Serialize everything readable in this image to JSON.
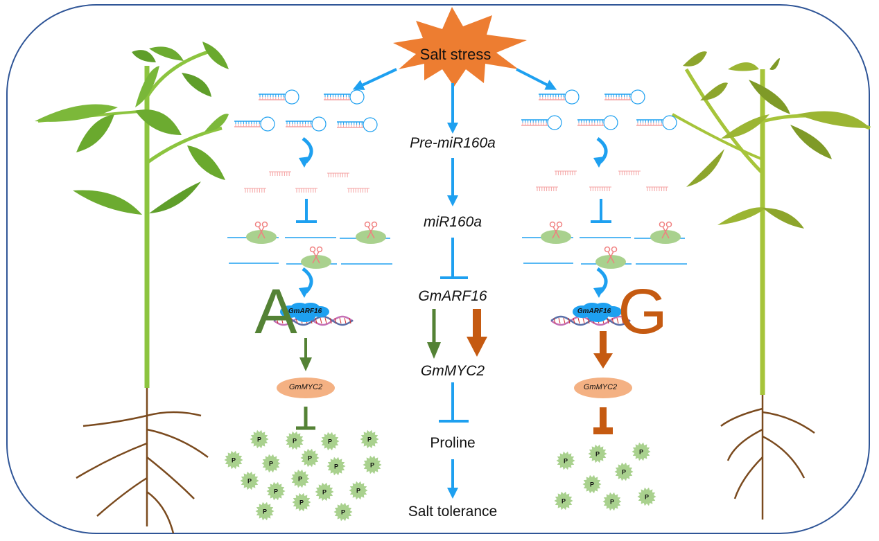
{
  "title": "Salt stress",
  "pathway": {
    "nodes": [
      "Pre-miR160a",
      "miR160a",
      "GmARF16",
      "GmMYC2",
      "Proline",
      "Salt tolerance"
    ],
    "relations": [
      "activates",
      "activates",
      "inhibits",
      "activates",
      "inhibits",
      "activates"
    ]
  },
  "left_panel": {
    "allele": "A",
    "tf_label": "GmARF16",
    "target_label": "GmMYC2",
    "proline_marker": "P",
    "proline_count": 17,
    "color": "#548235"
  },
  "right_panel": {
    "allele": "G",
    "tf_label": "GmARF16",
    "target_label": "GmMYC2",
    "proline_marker": "P",
    "proline_count": 8,
    "color": "#c55a11"
  },
  "colors": {
    "pathway_arrow": "#1ea0f0",
    "burst": "#ed7d31",
    "frame": "#2f5597",
    "protein": "#f4b183",
    "proline": "#a9d18e",
    "mirna": "#f4a3a3"
  }
}
